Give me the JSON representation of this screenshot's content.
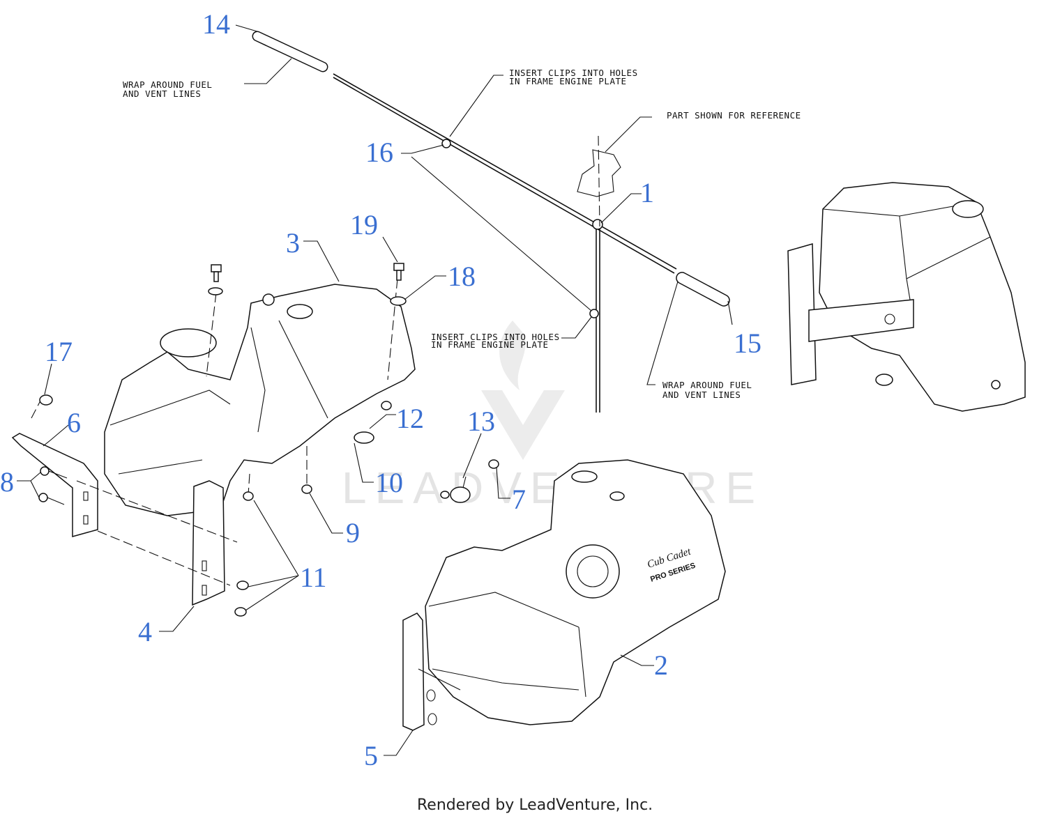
{
  "callouts": [
    {
      "id": "1",
      "label": "1"
    },
    {
      "id": "2",
      "label": "2"
    },
    {
      "id": "3",
      "label": "3"
    },
    {
      "id": "4",
      "label": "4"
    },
    {
      "id": "5",
      "label": "5"
    },
    {
      "id": "6",
      "label": "6"
    },
    {
      "id": "7",
      "label": "7"
    },
    {
      "id": "8",
      "label": "8"
    },
    {
      "id": "9",
      "label": "9"
    },
    {
      "id": "10",
      "label": "10"
    },
    {
      "id": "11",
      "label": "11"
    },
    {
      "id": "12",
      "label": "12"
    },
    {
      "id": "13",
      "label": "13"
    },
    {
      "id": "14",
      "label": "14"
    },
    {
      "id": "15",
      "label": "15"
    },
    {
      "id": "16",
      "label": "16"
    },
    {
      "id": "17",
      "label": "17"
    },
    {
      "id": "18",
      "label": "18"
    },
    {
      "id": "19",
      "label": "19"
    }
  ],
  "notes": {
    "wrap_top_line1": "WRAP AROUND FUEL",
    "wrap_top_line2": "AND VENT LINES",
    "clips_top_line1": "INSERT CLIPS INTO HOLES",
    "clips_top_line2": "IN FRAME ENGINE PLATE",
    "reference": "PART SHOWN FOR REFERENCE",
    "clips_mid_line1": "INSERT CLIPS INTO HOLES",
    "clips_mid_line2": "IN FRAME ENGINE PLATE",
    "wrap_right_line1": "WRAP AROUND FUEL",
    "wrap_right_line2": "AND VENT LINES"
  },
  "tank_badge": {
    "brand": "Cub Cadet",
    "series": "PRO SERIES"
  },
  "watermark": "LEADVENTURE",
  "footer": "Rendered by LeadVenture, Inc.",
  "colors": {
    "callout": "#3a6fd1",
    "line": "#111111",
    "watermark": "#e4e4e4"
  }
}
